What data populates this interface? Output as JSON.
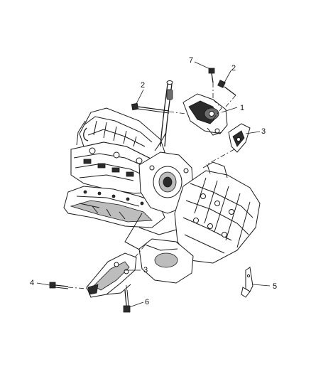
{
  "callouts": {
    "c1": "1",
    "c2_bolt_upper": "2",
    "c2_bolt_right": "2",
    "c3_upper": "3",
    "c3_lower": "3",
    "c4": "4",
    "c5": "5",
    "c6": "6",
    "c7": "7"
  }
}
